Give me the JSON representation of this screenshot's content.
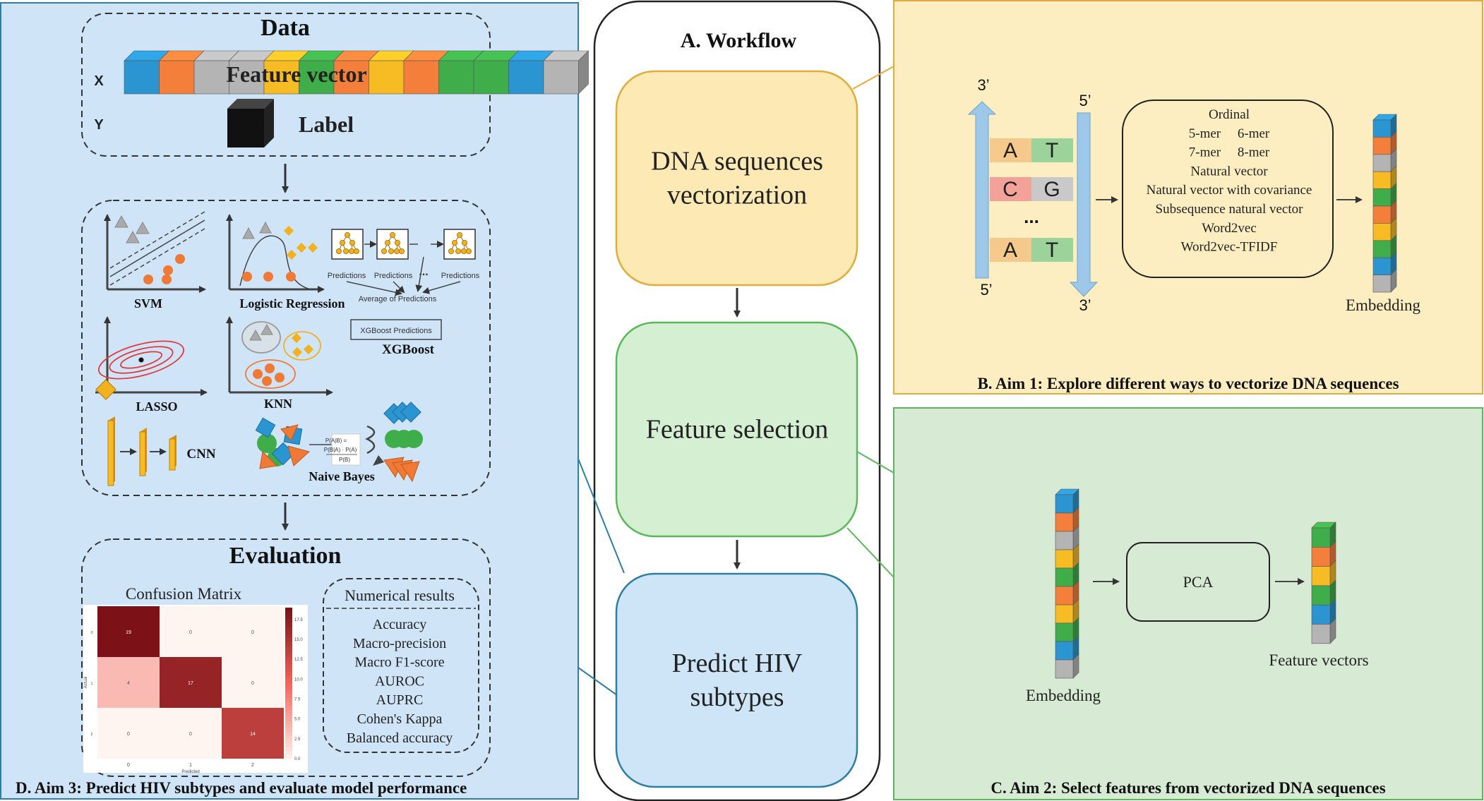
{
  "workflow": {
    "title": "A. Workflow",
    "steps": [
      {
        "lines": [
          "DNA sequences",
          "vectorization"
        ],
        "fill": "#fde9b4",
        "stroke": "#e0ac3a"
      },
      {
        "lines": [
          "Feature selection"
        ],
        "fill": "#d4efd1",
        "stroke": "#5bb85a"
      },
      {
        "lines": [
          "Predict HIV",
          "subtypes"
        ],
        "fill": "#cde5f7",
        "stroke": "#2e7fa3"
      }
    ]
  },
  "panel_b": {
    "caption": "B. Aim 1: Explore different ways to vectorize DNA sequences",
    "strand_labels": {
      "top_left": "3’",
      "bottom_left": "5’",
      "top_right": "5’",
      "bottom_right": "3’"
    },
    "base_pairs": [
      [
        "A",
        "T"
      ],
      [
        "C",
        "G"
      ],
      [
        "A",
        "T"
      ]
    ],
    "ellipsis": "...",
    "methods": [
      "Ordinal",
      "5-mer     6-mer",
      "7-mer     8-mer",
      "Natural vector",
      "Natural vector with covariance",
      "Subsequence natural vector",
      "Word2vec",
      "Word2vec-TFIDF"
    ],
    "embedding_label": "Embedding",
    "background": "#fdeec1",
    "border": "#e0ac3a"
  },
  "panel_c": {
    "caption": "C. Aim 2: Select features from vectorized DNA sequences",
    "pca_label": "PCA",
    "embedding_label": "Embedding",
    "feature_label": "Feature vectors",
    "background": "#d6ead4",
    "border": "#5bb85a"
  },
  "panel_d": {
    "caption": "D. Aim 3: Predict HIV subtypes and evaluate model performance",
    "data_title": "Data",
    "x_label": "X",
    "y_label": "Y",
    "feature_vector_label": "Feature vector",
    "label_label": "Label",
    "models": {
      "svm": "SVM",
      "logreg": "Logistic Regression",
      "xgboost": "XGBoost",
      "lasso": "LASSO",
      "knn": "KNN",
      "cnn": "CNN",
      "naive_bayes": "Naive Bayes",
      "predictions": "Predictions",
      "average": "Average of Predictions",
      "xgb_predictions": "XGBoost Predictions",
      "bayes_formula": [
        "P(A|B) =",
        "P(B|A) · P(A)",
        "P(B)"
      ]
    },
    "evaluation_title": "Evaluation",
    "confusion_title": "Confusion Matrix",
    "confusion_values": [
      [
        19,
        0,
        0
      ],
      [
        4,
        17,
        0
      ],
      [
        0,
        0,
        14
      ]
    ],
    "confusion_colorbar_ticks": [
      "17.5",
      "15.0",
      "12.5",
      "10.0",
      "7.5",
      "5.0",
      "2.5",
      "0.0"
    ],
    "confusion_xticks": [
      "0",
      "1",
      "2"
    ],
    "confusion_xlabel": "Predicted",
    "confusion_ylabel": "Actual",
    "numerical_title": "Numerical results",
    "metrics": [
      "Accuracy",
      "Macro-precision",
      "Macro F1-score",
      "AUROC",
      "AUPRC",
      "Cohen's Kappa",
      "Balanced accuracy"
    ],
    "background": "#cfe4f7",
    "border": "#2e7fa3"
  },
  "colors": {
    "blue": "#2a95d0",
    "orange": "#f47f3a",
    "gray": "#b4b4b4",
    "yellow": "#f7bb24",
    "green": "#3fae4a",
    "red": "#e0455a",
    "diamond": "#f2b11e"
  }
}
